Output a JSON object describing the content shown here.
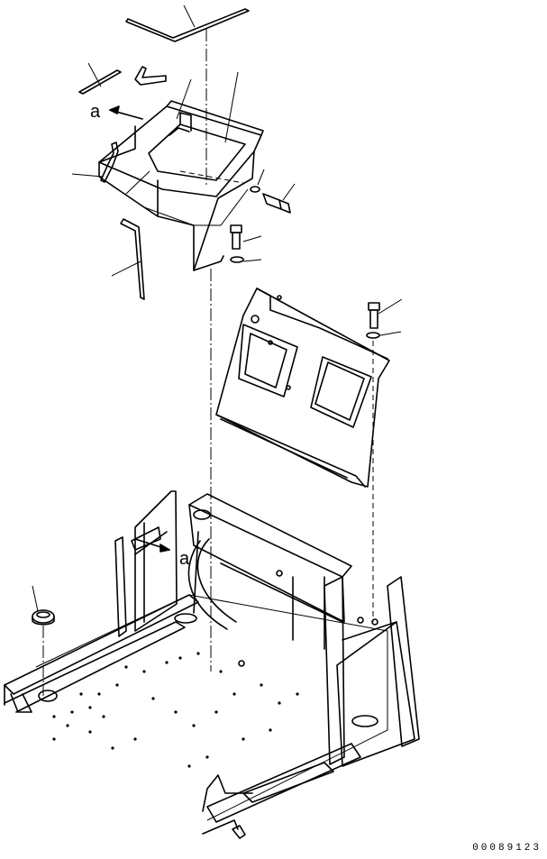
{
  "view_markers": {
    "upper": "a",
    "lower": "a"
  },
  "drawing_number": "00089123"
}
